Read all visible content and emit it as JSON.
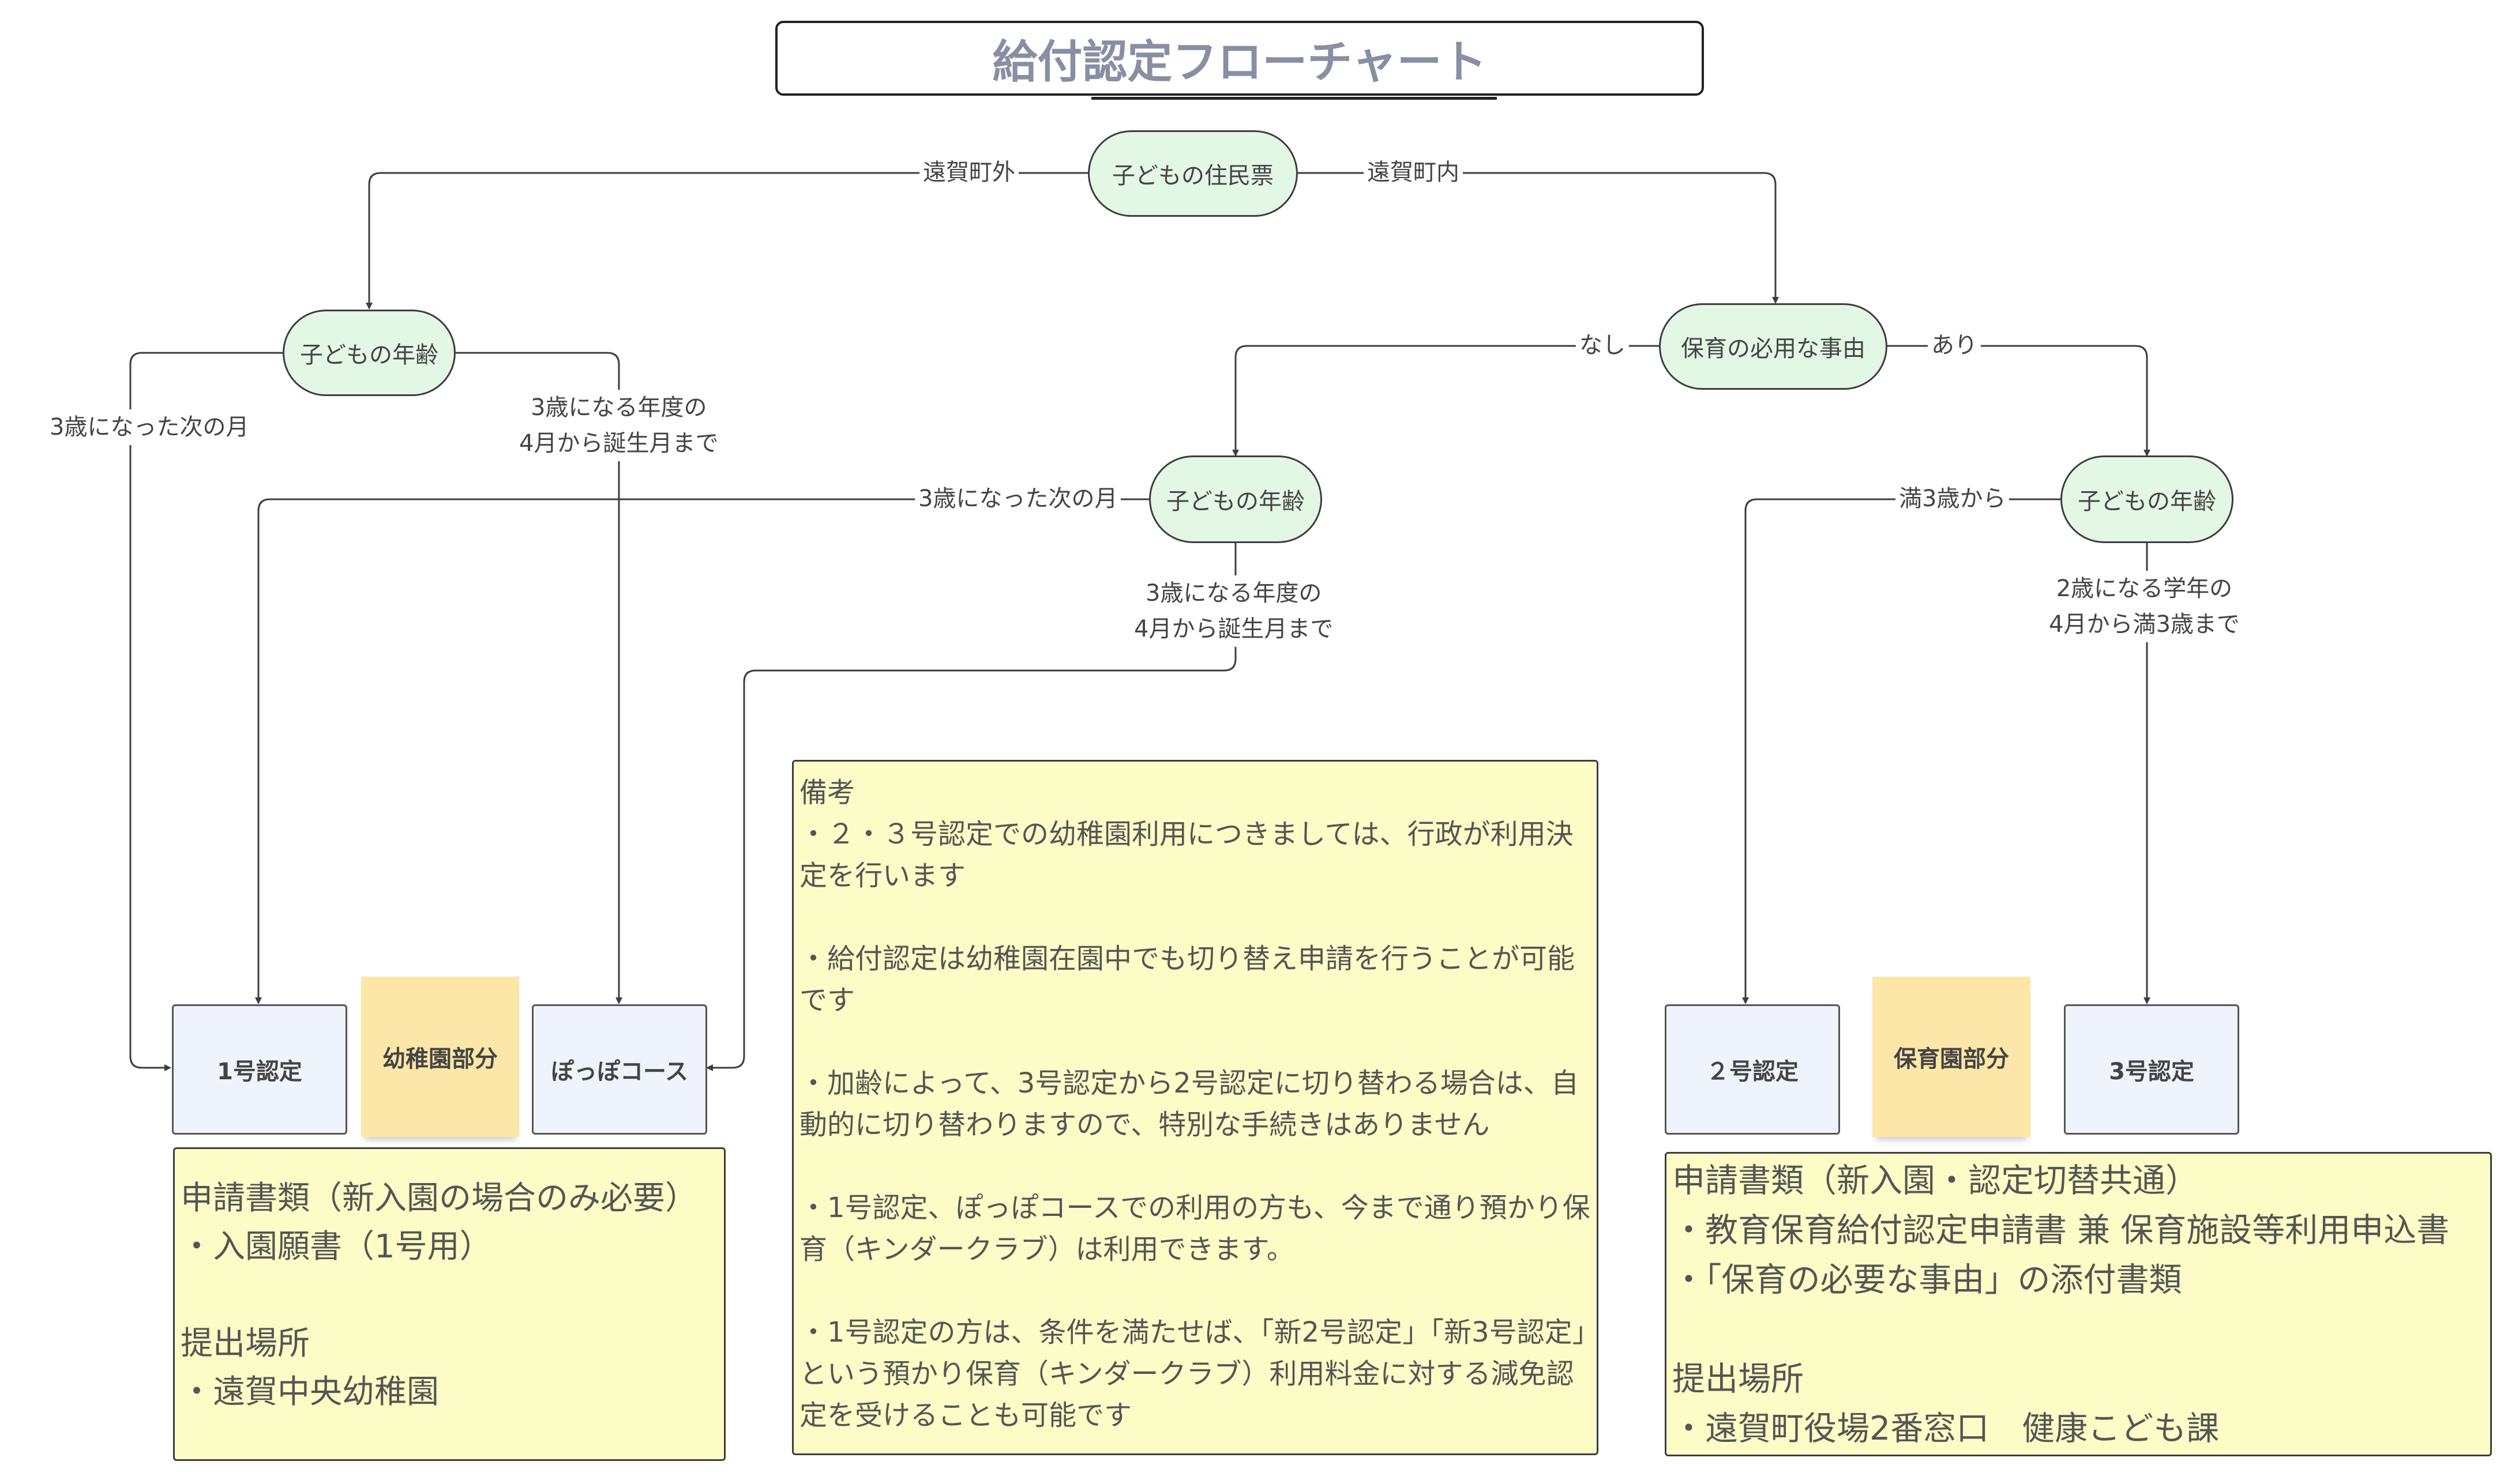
{
  "title": "給付認定フローチャート",
  "nodes": {
    "resident": "子どもの住民票",
    "age_outside": "子どもの年齢",
    "need": "保育の必用な事由",
    "age_none": "子どもの年齢",
    "age_yes": "子どもの年齢",
    "cert1": "1号認定",
    "kinder_section": "幼稚園部分",
    "poppo": "ぽっぽコース",
    "cert2": "２号認定",
    "nursery_section": "保育園部分",
    "cert3": "3号認定"
  },
  "edge_labels": {
    "outside": "遠賀町外",
    "inside": "遠賀町内",
    "outside_next_month": "3歳になった次の月",
    "outside_fiscal_1": "3歳になる年度の",
    "outside_fiscal_2": "4月から誕生月まで",
    "none": "なし",
    "yes": "あり",
    "none_next_month": "3歳になった次の月",
    "none_fiscal_1": "3歳になる年度の",
    "none_fiscal_2": "4月から誕生月まで",
    "from_3": "満3歳から",
    "age2_1": "2歳になる学年の",
    "age2_2": "4月から満3歳まで"
  },
  "notes": {
    "left": {
      "heading": "申請書類（新入園の場合のみ必要）",
      "item1": "・入園願書（1号用）",
      "place_heading": "提出場所",
      "place": "・遠賀中央幼稚園"
    },
    "center": {
      "heading": "備考",
      "p1": "・２・３号認定での幼稚園利用につきましては、行政が利用決定を行います",
      "p2": "・給付認定は幼稚園在園中でも切り替え申請を行うことが可能です",
      "p3": "・加齢によって、3号認定から2号認定に切り替わる場合は、自動的に切り替わりますので、特別な手続きはありません",
      "p4": "・1号認定、ぽっぽコースでの利用の方も、今まで通り預かり保育（キンダークラブ）は利用できます。",
      "p5": "・1号認定の方は、条件を満たせば、「新2号認定」「新3号認定」という預かり保育（キンダークラブ）利用料金に対する減免認定を受けることも可能です"
    },
    "right": {
      "heading": "申請書類（新入園・認定切替共通）",
      "item1": "・教育保育給付認定申請書 兼 保育施設等利用申込書",
      "item2": "・「保育の必要な事由」の添付書類",
      "place_heading": "提出場所",
      "place": "・遠賀町役場2番窓口　健康こども課"
    }
  },
  "colors": {
    "pill_fill": "#e2f7e4",
    "box_fill": "#eef3fc",
    "sticky_fill": "#fde7a8",
    "note_fill": "#fcfcc6",
    "line": "#3d3d3d"
  }
}
